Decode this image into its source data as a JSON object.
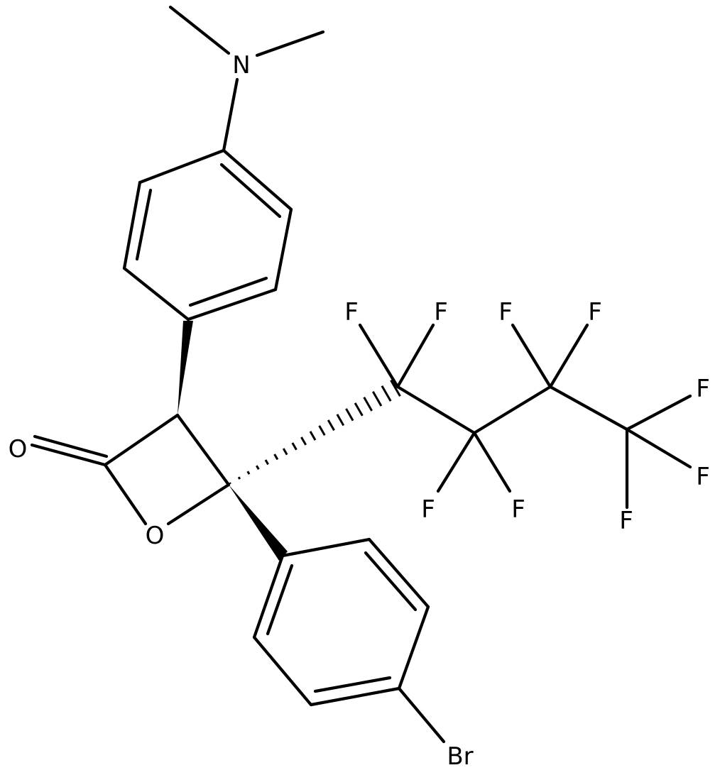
{
  "molecule": {
    "atoms": {
      "n_amine": "N",
      "o_carbonyl": "O",
      "o_ring": "O",
      "br": "Br",
      "f1": "F",
      "f2": "F",
      "f3": "F",
      "f4": "F",
      "f5": "F",
      "f6": "F",
      "f7": "F",
      "f8": "F",
      "f9": "F"
    }
  }
}
